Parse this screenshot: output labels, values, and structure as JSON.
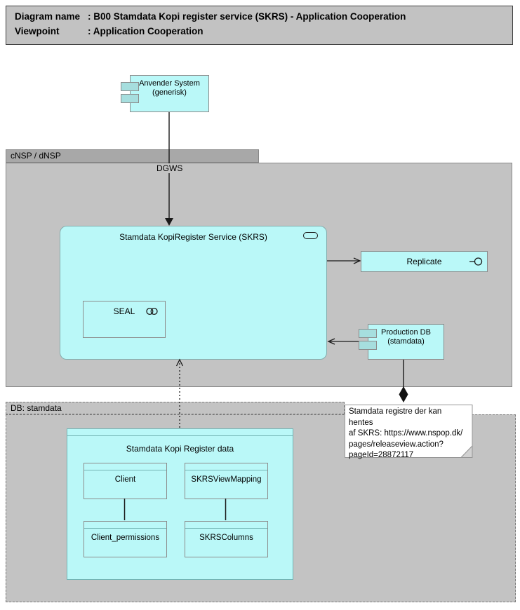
{
  "header": {
    "rows": [
      {
        "label": "Diagram name",
        "value": ": B00 Stamdata Kopi register service (SKRS) - Application Cooperation"
      },
      {
        "label": "Viewpoint",
        "value": ": Application Cooperation"
      }
    ]
  },
  "groups": {
    "cnsp": {
      "label": "cNSP / dNSP"
    },
    "db": {
      "label": "DB: stamdata"
    }
  },
  "nodes": {
    "anvender": {
      "label": "Anvender System (generisk)"
    },
    "service": {
      "label": "Stamdata KopiRegister Service (SKRS)"
    },
    "seal": {
      "label": "SEAL"
    },
    "replicate": {
      "label": "Replicate"
    },
    "prod_db": {
      "label": "Production DB (stamdata)"
    },
    "data_box": {
      "label": "Stamdata Kopi Register data"
    },
    "client": {
      "label": "Client"
    },
    "skrs_view_mapping": {
      "label": "SKRSViewMapping"
    },
    "client_permissions": {
      "label": "Client_permissions"
    },
    "skrs_columns": {
      "label": "SKRSColumns"
    }
  },
  "edges": {
    "dgws": {
      "label": "DGWS"
    }
  },
  "note": {
    "text": "Stamdata registre der kan hentes\naf SKRS: https://www.nspop.dk/\npages/releaseview.action?\npageId=28872117"
  },
  "colors": {
    "node_fill": "#baf8f8",
    "component_tab_fill": "#a6dede",
    "group_fill": "#c3c3c3",
    "group_tab_fill": "#a8a8a8",
    "titlebar_fill": "#c2c2c2",
    "note_fill": "#ffffff",
    "line": "#1a1a1a"
  }
}
